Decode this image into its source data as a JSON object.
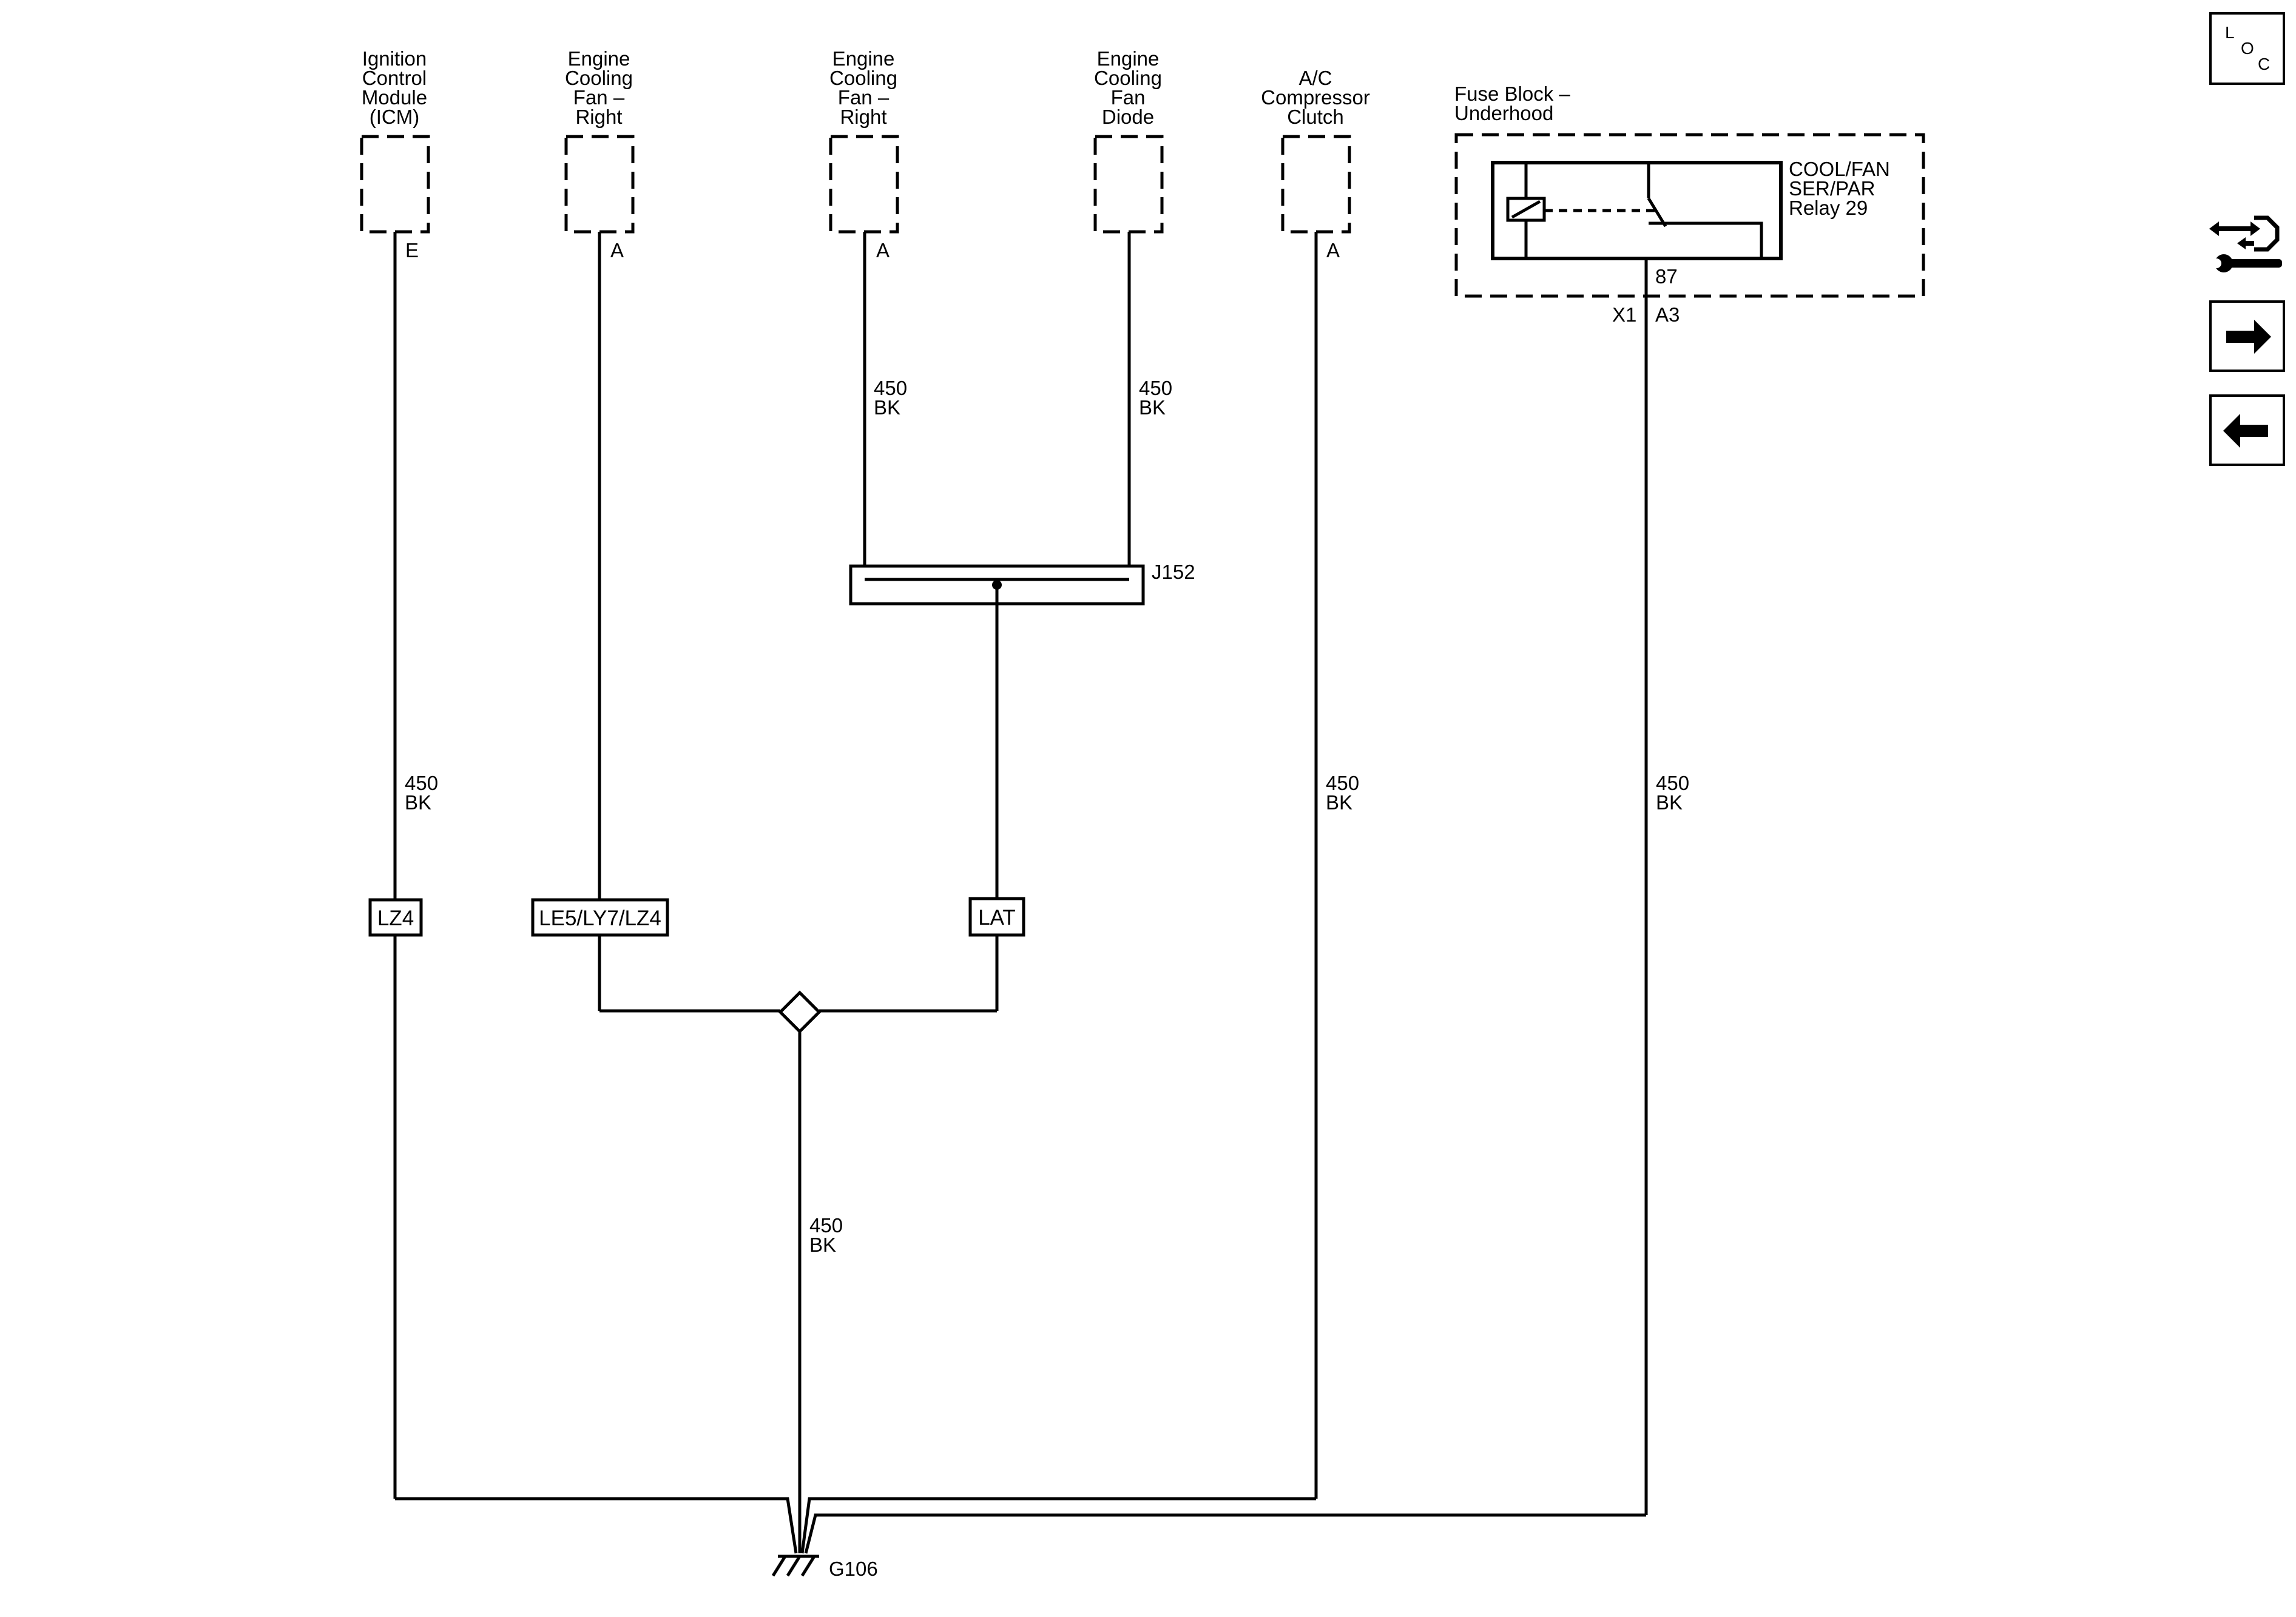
{
  "components": {
    "icm": {
      "lines": [
        "Ignition",
        "Control",
        "Module",
        "(ICM)"
      ],
      "pin": "E"
    },
    "fan_right_a": {
      "lines": [
        "Engine",
        "Cooling",
        "Fan –",
        "Right"
      ],
      "pin": "A"
    },
    "fan_right_b": {
      "lines": [
        "Engine",
        "Cooling",
        "Fan –",
        "Right"
      ],
      "pin": "A"
    },
    "fan_diode": {
      "lines": [
        "Engine",
        "Cooling",
        "Fan",
        "Diode"
      ]
    },
    "ac_clutch": {
      "lines": [
        "A/C",
        "Compressor",
        "Clutch"
      ],
      "pin": "A"
    },
    "fuse_block": {
      "lines": [
        "Fuse Block –",
        "Underhood"
      ],
      "relay_lines": [
        "COOL/FAN",
        "SER/PAR",
        "Relay 29"
      ],
      "relay_pin": "87",
      "connector": "X1",
      "cavity": "A3"
    }
  },
  "wires": {
    "icm": [
      "450",
      "BK"
    ],
    "fan_b": [
      "450",
      "BK"
    ],
    "diode": [
      "450",
      "BK"
    ],
    "ac": [
      "450",
      "BK"
    ],
    "fuse": [
      "450",
      "BK"
    ],
    "ground": [
      "450",
      "BK"
    ]
  },
  "splice": {
    "label": "J152"
  },
  "options": {
    "lz4": "LZ4",
    "le5": "LE5/LY7/LZ4",
    "lat": "LAT"
  },
  "ground": {
    "label": "G106"
  },
  "nav": {
    "loc": {
      "l": "L",
      "o": "O",
      "c": "C"
    }
  }
}
